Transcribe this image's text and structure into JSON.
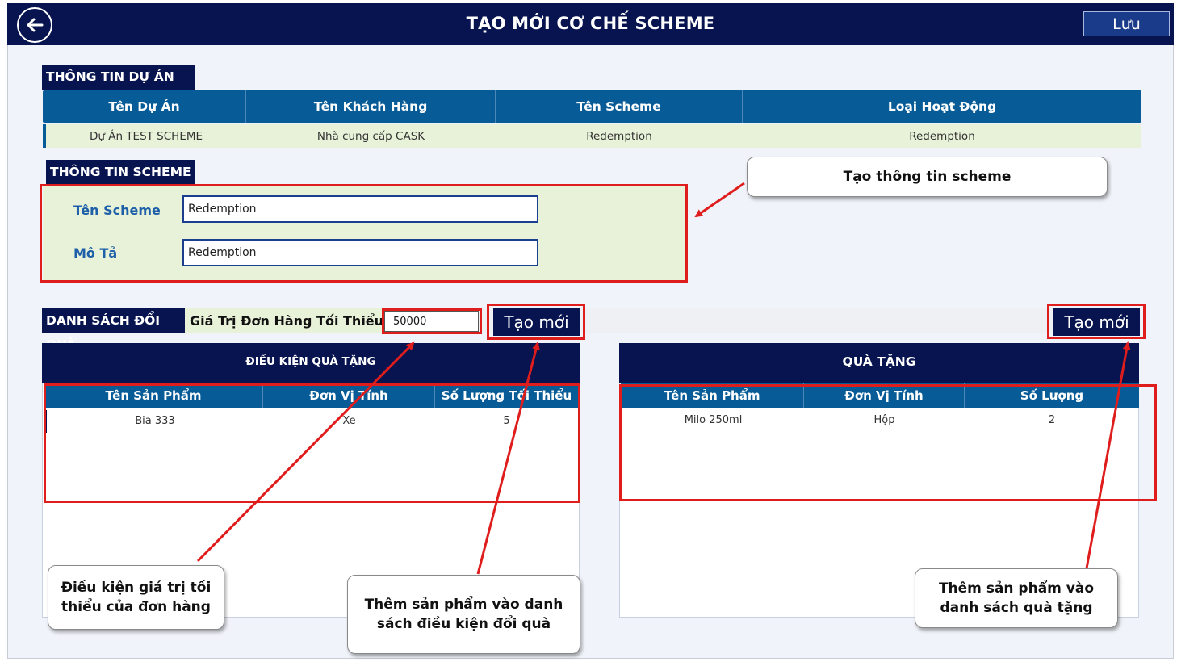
{
  "header": {
    "title": "TẠO MỚI CƠ CHẾ SCHEME",
    "save_label": "Lưu",
    "back_icon": "arrow-left-icon"
  },
  "project_section": {
    "title": "THÔNG TIN DỰ ÁN",
    "columns": [
      "Tên Dự Án",
      "Tên Khách Hàng",
      "Tên Scheme",
      "Loại Hoạt Động"
    ],
    "row": [
      "Dự Án TEST SCHEME",
      "Nhà cung cấp CASK",
      "Redemption",
      "Redemption"
    ]
  },
  "scheme_section": {
    "title": "THÔNG TIN SCHEME",
    "name_label": "Tên Scheme",
    "name_value": "Redemption",
    "desc_label": "Mô Tả",
    "desc_value": "Redemption"
  },
  "gift_section": {
    "title": "DANH SÁCH ĐỔI QUÀ",
    "min_order_label": "Giá Trị Đơn Hàng Tối Thiểu",
    "min_order_value": "50000",
    "create_label": "Tạo mới",
    "conditions": {
      "title": "ĐIỀU KIỆN QUÀ TẶNG",
      "columns": [
        "Tên Sản Phẩm",
        "Đơn Vị Tính",
        "Số Lượng Tối Thiểu"
      ],
      "rows": [
        [
          "Bia 333",
          "Xe",
          "5"
        ]
      ]
    },
    "gifts": {
      "title": "QUÀ TẶNG",
      "create_label": "Tạo mới",
      "columns": [
        "Tên Sản Phẩm",
        "Đơn Vị Tính",
        "Số Lượng"
      ],
      "rows": [
        [
          "Milo 250ml",
          "Hộp",
          "2"
        ]
      ]
    }
  },
  "callouts": {
    "scheme_info": "Tạo thông tin scheme",
    "min_value_line1": "Điều kiện giá trị tối",
    "min_value_line2": "thiểu của đơn hàng",
    "add_condition_line1": "Thêm sản phẩm vào danh",
    "add_condition_line2": "sách điều kiện đổi quà",
    "add_gift_line1": "Thêm sản phẩm vào",
    "add_gift_line2": "danh sách quà tặng"
  },
  "colors": {
    "navy": "#07144f",
    "header_blue": "#075b96",
    "light_green": "#e7f2d8",
    "annotation_red": "#e01d1d"
  }
}
